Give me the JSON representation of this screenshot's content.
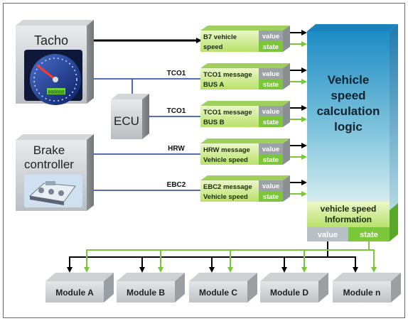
{
  "sources": {
    "tacho": "Tacho",
    "tacho_display": "888888",
    "ecu": "ECU",
    "brake": [
      "Brake",
      "controller"
    ]
  },
  "bus_labels": {
    "tco1_a": "TCO1",
    "tco1_b": "TCO1",
    "hrw": "HRW",
    "ebc2": "EBC2"
  },
  "messages": [
    {
      "line1": "B7 vehicle",
      "line2": "speed",
      "value": "value",
      "state": "state"
    },
    {
      "line1": "TCO1 message",
      "line2": "BUS A",
      "value": "value",
      "state": "state"
    },
    {
      "line1": "TCO1 message",
      "line2": "BUS B",
      "value": "value",
      "state": "state"
    },
    {
      "line1": "HRW message",
      "line2": "Vehicle speed",
      "value": "value",
      "state": "state"
    },
    {
      "line1": "EBC2 message",
      "line2": "Vehicle speed",
      "value": "value",
      "state": "state"
    }
  ],
  "logic": {
    "title": [
      "Vehicle",
      "speed",
      "calculation",
      "logic"
    ],
    "info": [
      "vehicle speed",
      "Information"
    ],
    "value": "value",
    "state": "state"
  },
  "modules": [
    "Module A",
    "Module B",
    "Module C",
    "Module D",
    "Module n"
  ],
  "colors": {
    "green": "#7cc63a",
    "green_dark": "#5aa82a",
    "blue_line": "#3b5aa8",
    "gray_box": "#9da2a6",
    "logic_top": "#3f9ccc",
    "logic_bottom": "#d6ecef"
  }
}
